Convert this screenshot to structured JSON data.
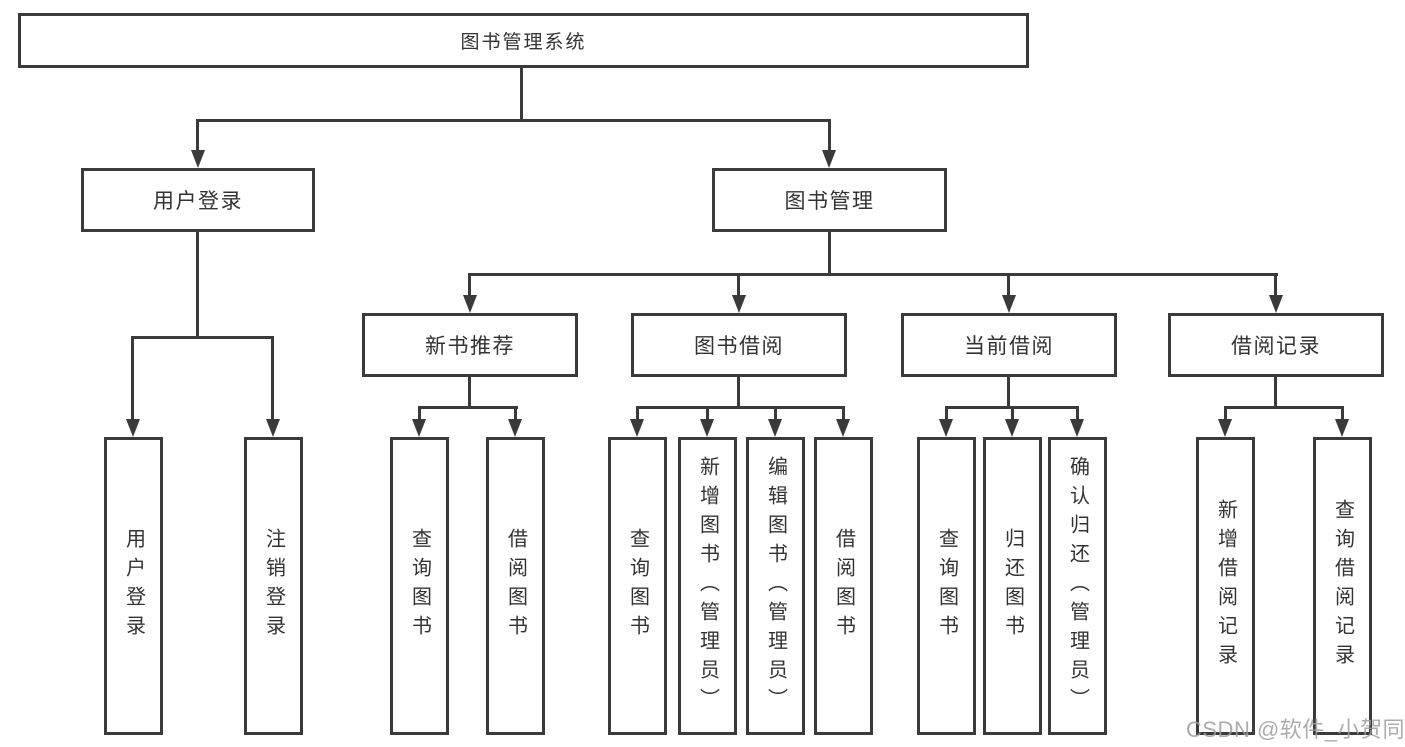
{
  "diagram": {
    "root": {
      "label": "图书管理系统"
    },
    "children": [
      {
        "label": "用户登录",
        "children": [
          {
            "label": "用户登录"
          },
          {
            "label": "注销登录"
          }
        ]
      },
      {
        "label": "图书管理",
        "children": [
          {
            "label": "新书推荐",
            "children": [
              {
                "label": "查询图书"
              },
              {
                "label": "借阅图书"
              }
            ]
          },
          {
            "label": "图书借阅",
            "children": [
              {
                "label": "查询图书"
              },
              {
                "label": "新增图书（管理员）"
              },
              {
                "label": "编辑图书（管理员）"
              },
              {
                "label": "借阅图书"
              }
            ]
          },
          {
            "label": "当前借阅",
            "children": [
              {
                "label": "查询图书"
              },
              {
                "label": "归还图书"
              },
              {
                "label": "确认归还（管理员）"
              }
            ]
          },
          {
            "label": "借阅记录",
            "children": [
              {
                "label": "新增借阅记录"
              },
              {
                "label": "查询借阅记录"
              }
            ]
          }
        ]
      }
    ]
  },
  "watermark": {
    "text": "CSDN @软件_小贺同学"
  },
  "colors": {
    "line": "#3a3a3a",
    "text": "#333333",
    "background": "#ffffff",
    "watermark": "#9e9e9e"
  }
}
